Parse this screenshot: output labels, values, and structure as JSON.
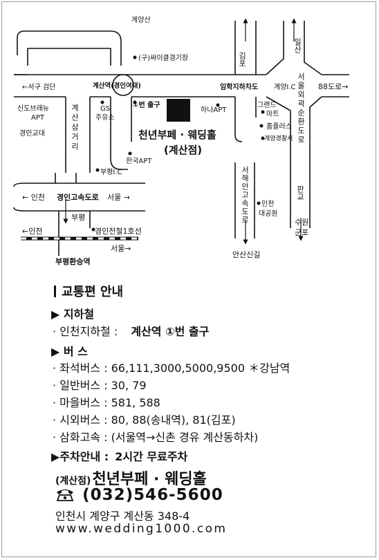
{
  "map": {
    "labels": {
      "gyeyangsan": "계양산",
      "cycle": "(구)싸이클경기장",
      "seogu": "←서구 검단",
      "station": "계산역(경인여대)",
      "imhak": "임학지하차도",
      "gyeyang_ic": "계양I.C",
      "road88": "88도로→",
      "gimpo_n": "김포",
      "ilsan": "일산",
      "sindo": "신도브래뉴",
      "sindo_apt": "APT",
      "gyeongin_edu": "경인교대",
      "gyesan_road": "계산삼거리",
      "gs": "GS",
      "gs2": "주유소",
      "exit1": "①번 출구",
      "hana": "하나APT",
      "grand": "그랜드",
      "grand2": "마트",
      "home": "홈플러스",
      "police": "계양경찰서",
      "outer_ring": "서울외곽순환도로",
      "venue_name": "천년부페 · 웨딩홀",
      "venue_branch": "(계산점)",
      "hanguk": "한국APT",
      "bupyeong_ic": "부평I.C",
      "seohae": "서해안고속도로",
      "incheon_park": "인천",
      "incheon_park2": "대공원",
      "pangyo": "판교",
      "suwon": "수원",
      "gunpo": "군포",
      "gyeongin_exp_l": "← 인천",
      "gyeongin_exp": "경인고속도로",
      "gyeongin_exp_r": "서울 →",
      "bupyeong": "부평",
      "incheon_rail": "←인천",
      "gyeongin_line": "경인전철1호선",
      "seoul_rail": "서울→",
      "bupyeong_transfer": "부평환승역",
      "ansan": "안산신길"
    }
  },
  "info": {
    "heading": "교통편 안내",
    "subway_title": "▶ 지하철",
    "subway_line": "· 인천지하철 :",
    "subway_value": "계산역 ①번 출구",
    "bus_title": "▶ 버  스",
    "bus_lines": [
      "· 좌석버스 : 66,111,3000,5000,9500 ＊강남역",
      "· 일반버스 : 30, 79",
      "· 마을버스 : 581, 588",
      "· 시외버스 : 80, 88(송내역), 81(김포)",
      "· 삼화고속 : (서울역→신촌 경유 계산동하차)"
    ],
    "parking_title": "▶주차안내 :",
    "parking_value": "2시간 무료주차",
    "branch": "(계산점)",
    "name": "천년부페 · 웨딩홀",
    "phone_icon": "telephone-icon",
    "phone": "(032)546-5600",
    "address": "인천시 계양구 계산동 348-4",
    "website": "www.wedding1000.com"
  }
}
